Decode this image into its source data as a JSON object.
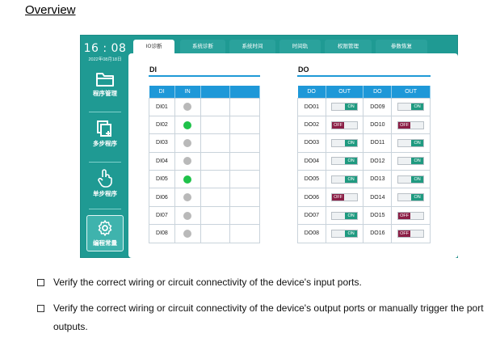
{
  "heading": "Overview",
  "device": {
    "clock": "16 : 08",
    "date": "2022年08月18日",
    "nav": [
      {
        "label": "程序管理",
        "icon": "folder-icon"
      },
      {
        "label": "多步程序",
        "icon": "copy-add-icon"
      },
      {
        "label": "单步程序",
        "icon": "hand-pointer-icon"
      },
      {
        "label": "编程常量",
        "icon": "gear-icon"
      }
    ],
    "tabs": [
      "IO诊断",
      "系统诊断",
      "系统时间",
      "时间轨",
      "权限管理",
      "参数恢复"
    ],
    "active_tab": "IO诊断",
    "di": {
      "title": "DI",
      "headers": [
        "DI",
        "IN"
      ],
      "rows": [
        {
          "name": "DI01",
          "state": "off"
        },
        {
          "name": "DI02",
          "state": "on"
        },
        {
          "name": "DI03",
          "state": "off"
        },
        {
          "name": "DI04",
          "state": "off"
        },
        {
          "name": "DI05",
          "state": "on"
        },
        {
          "name": "DI06",
          "state": "off"
        },
        {
          "name": "DI07",
          "state": "off"
        },
        {
          "name": "DI08",
          "state": "off"
        }
      ]
    },
    "do": {
      "title": "DO",
      "headers": [
        "DO",
        "OUT",
        "DO",
        "OUT"
      ],
      "rows": [
        [
          {
            "name": "DO01",
            "state": "ON"
          },
          {
            "name": "DO09",
            "state": "ON"
          }
        ],
        [
          {
            "name": "DO02",
            "state": "OFF"
          },
          {
            "name": "DO10",
            "state": "OFF"
          }
        ],
        [
          {
            "name": "DO03",
            "state": "ON"
          },
          {
            "name": "DO11",
            "state": "ON"
          }
        ],
        [
          {
            "name": "DO04",
            "state": "ON"
          },
          {
            "name": "DO12",
            "state": "ON"
          }
        ],
        [
          {
            "name": "DO05",
            "state": "ON"
          },
          {
            "name": "DO13",
            "state": "ON"
          }
        ],
        [
          {
            "name": "DO06",
            "state": "OFF"
          },
          {
            "name": "DO14",
            "state": "ON"
          }
        ],
        [
          {
            "name": "DO07",
            "state": "ON"
          },
          {
            "name": "DO15",
            "state": "OFF"
          }
        ],
        [
          {
            "name": "DO08",
            "state": "ON"
          },
          {
            "name": "DO16",
            "state": "OFF"
          }
        ]
      ]
    },
    "colors": {
      "teal": "#1f9a93",
      "header_blue": "#1e98d8",
      "led_on": "#1fc24a",
      "led_off": "#b9b9b9",
      "switch_on": "#1f9a80",
      "switch_off": "#8b1f46"
    }
  },
  "bullets": [
    "Verify the correct wiring or circuit connectivity of the device's input ports.",
    "Verify the correct wiring or circuit connectivity of the device's output ports or manually trigger the port outputs."
  ]
}
